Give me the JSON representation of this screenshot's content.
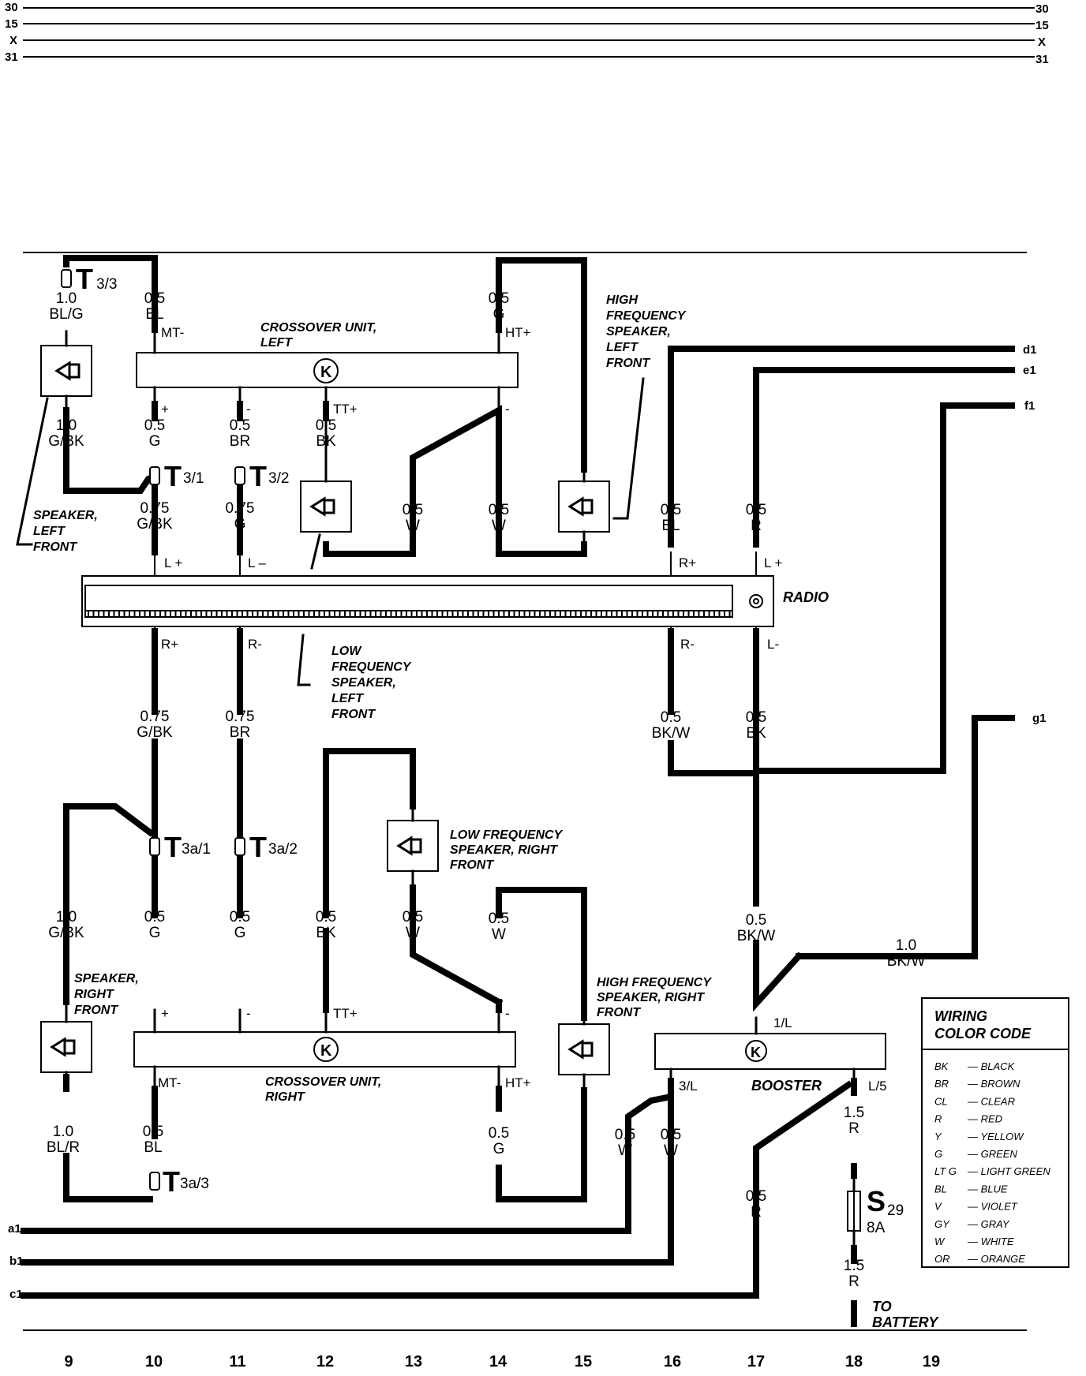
{
  "bus": {
    "top_left": [
      "30",
      "15",
      "X",
      "31"
    ],
    "top_right": [
      "30",
      "15",
      "X",
      "31"
    ]
  },
  "edge_refs": {
    "d1": "d1",
    "e1": "e1",
    "f1": "f1",
    "g1": "g1",
    "a1": "a1",
    "b1": "b1",
    "c1": "c1"
  },
  "components": {
    "crossover_left": "CROSSOVER UNIT, LEFT",
    "crossover_right": "CROSSOVER UNIT, RIGHT",
    "hf_left": [
      "HIGH",
      "FREQUENCY",
      "SPEAKER,",
      "LEFT",
      "FRONT"
    ],
    "spk_left": [
      "SPEAKER,",
      "LEFT",
      "FRONT"
    ],
    "lf_left": [
      "LOW",
      "FREQUENCY",
      "SPEAKER,",
      "LEFT",
      "FRONT"
    ],
    "radio": "RADIO",
    "lf_right": [
      "LOW FREQUENCY",
      "SPEAKER, RIGHT",
      "FRONT"
    ],
    "spk_right": [
      "SPEAKER,",
      "RIGHT",
      "FRONT"
    ],
    "hf_right": [
      "HIGH FREQUENCY",
      "SPEAKER, RIGHT",
      "FRONT"
    ],
    "booster": "BOOSTER",
    "to_battery": [
      "TO",
      "BATTERY"
    ]
  },
  "connectors": {
    "t33": {
      "T": "T",
      "sub": "3/3"
    },
    "t31": {
      "T": "T",
      "sub": "3/1"
    },
    "t32": {
      "T": "T",
      "sub": "3/2"
    },
    "t3a1": {
      "T": "T",
      "sub": "3a/1"
    },
    "t3a2": {
      "T": "T",
      "sub": "3a/2"
    },
    "t3a3": {
      "T": "T",
      "sub": "3a/3"
    },
    "s29": {
      "S": "S",
      "sub": "29",
      "amp": "8A"
    }
  },
  "wires": {
    "w1": [
      "1.0",
      "BL/G"
    ],
    "w2": [
      "0.5",
      "BL"
    ],
    "w3": [
      "0.5",
      "G"
    ],
    "w4": [
      "1.0",
      "G/BK"
    ],
    "w5": [
      "0.5",
      "G"
    ],
    "w6": [
      "0.5",
      "BR"
    ],
    "w7": [
      "0.5",
      "BK"
    ],
    "w8": [
      "0.75",
      "G/BK"
    ],
    "w9": [
      "0.75",
      "G"
    ],
    "w10": [
      "0.5",
      "W"
    ],
    "w11": [
      "0.5",
      "W"
    ],
    "w12": [
      "0.5",
      "BL"
    ],
    "w13": [
      "0.5",
      "R"
    ],
    "w14": [
      "0.75",
      "G/BK"
    ],
    "w15": [
      "0.75",
      "BR"
    ],
    "w16": [
      "0.5",
      "BK/W"
    ],
    "w17": [
      "0.5",
      "BK"
    ],
    "w18": [
      "1.0",
      "G/BK"
    ],
    "w19": [
      "0.5",
      "G"
    ],
    "w20": [
      "0.5",
      "G"
    ],
    "w21": [
      "0.5",
      "BK"
    ],
    "w22": [
      "0.5",
      "W"
    ],
    "w23": [
      "0.5",
      "W"
    ],
    "w24": [
      "0.5",
      "BK/W"
    ],
    "w25": [
      "1.0",
      "BK/W"
    ],
    "w26": [
      "1.0",
      "BL/R"
    ],
    "w27": [
      "0.5",
      "BL"
    ],
    "w28": [
      "0.5",
      "G"
    ],
    "w29": [
      "0.5",
      "W"
    ],
    "w30": [
      "0.5",
      "W"
    ],
    "w31": [
      "1.5",
      "R"
    ],
    "w32": [
      "0.5",
      "R"
    ],
    "w33": [
      "1.5",
      "R"
    ]
  },
  "pins": {
    "mt_minus_l": "MT-",
    "ht_plus_l": "HT+",
    "plus_l": "+",
    "minus_l": "-",
    "tt_plus_l": "TT+",
    "minus2_l": "-",
    "radio_l_plus": "L +",
    "radio_l_minus": "L –",
    "radio_r_plus_top": "R+",
    "radio_l_plus_right": "L +",
    "radio_r_plus_bot": "R+",
    "radio_r_minus_bot": "R-",
    "radio_r_minus_right": "R-",
    "radio_l_minus_right": "L-",
    "plus_r": "+",
    "minus_r": "-",
    "tt_plus_r": "TT+",
    "minus2_r": "-",
    "mt_minus_r": "MT-",
    "ht_plus_r": "HT+",
    "b_1l": "1/L",
    "b_3l": "3/L",
    "b_l5": "L/5"
  },
  "legend": {
    "title": [
      "WIRING",
      "COLOR CODE"
    ],
    "rows": [
      [
        "BK",
        "— BLACK"
      ],
      [
        "BR",
        "— BROWN"
      ],
      [
        "CL",
        "— CLEAR"
      ],
      [
        "R",
        "— RED"
      ],
      [
        "Y",
        "— YELLOW"
      ],
      [
        "G",
        "— GREEN"
      ],
      [
        "LT G",
        "— LIGHT GREEN"
      ],
      [
        "BL",
        "— BLUE"
      ],
      [
        "V",
        "— VIOLET"
      ],
      [
        "GY",
        "— GRAY"
      ],
      [
        "W",
        "— WHITE"
      ],
      [
        "OR",
        "— ORANGE"
      ]
    ]
  },
  "columns": [
    "9",
    "10",
    "11",
    "12",
    "13",
    "14",
    "15",
    "16",
    "17",
    "18",
    "19"
  ]
}
